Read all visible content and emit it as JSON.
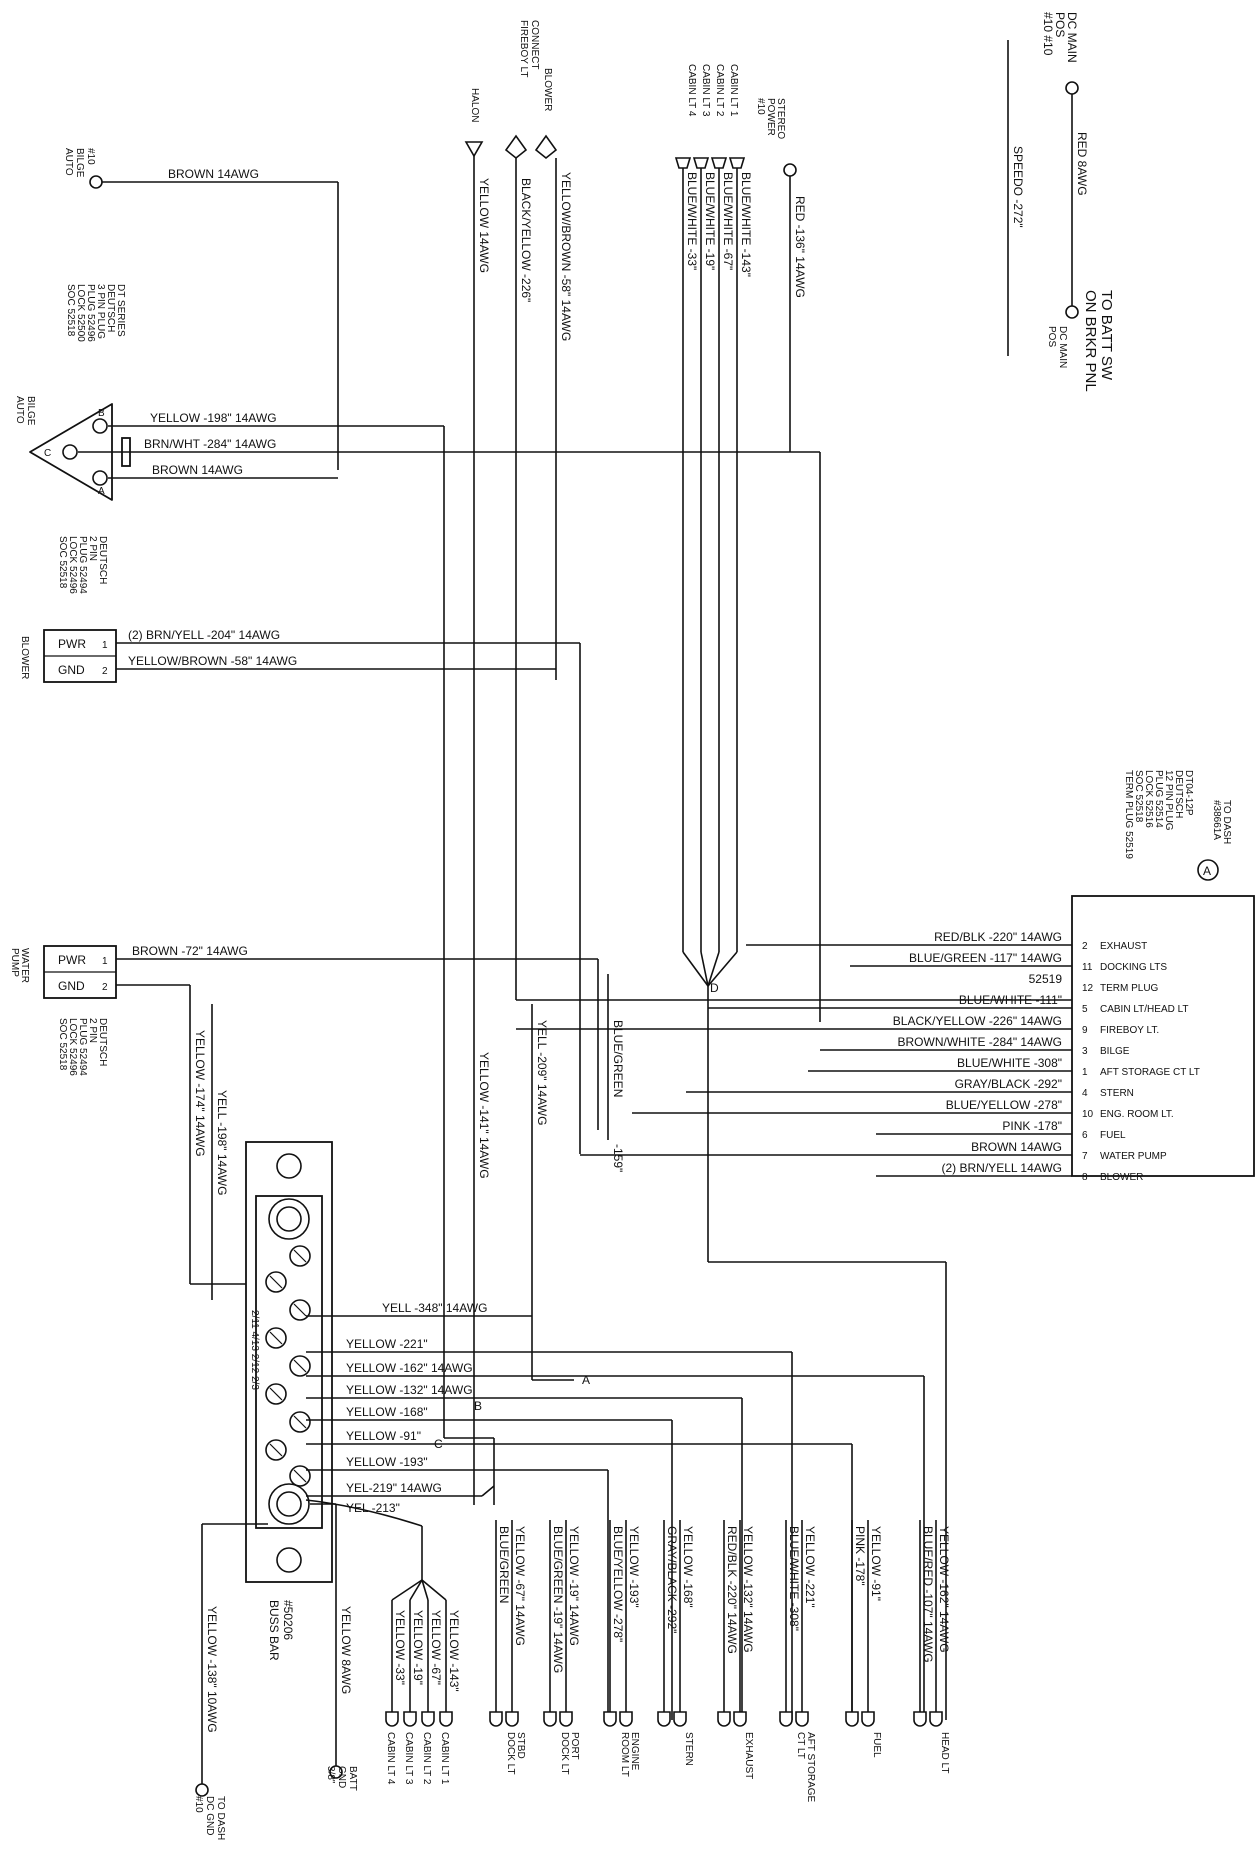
{
  "top": {
    "dc_main_pos": [
      "DC MAIN",
      "POS",
      "#10 #10"
    ],
    "red_8awg": "RED 8AWG",
    "speedo": "SPEEDO  -272\"",
    "to_batt_sw": [
      "TO BATT SW",
      "ON BRKR PNL"
    ],
    "dc_main_pos2": [
      "DC MAIN",
      "POS"
    ],
    "stereo_power": [
      "STEREO",
      "POWER",
      "#10"
    ],
    "stereo_wire": "RED -136\"  14AWG",
    "cabin_labels": [
      "CABIN LT 1",
      "CABIN LT 2",
      "CABIN LT 3",
      "CABIN LT 4"
    ],
    "cabin_wires": [
      "BLUE/WHITE  -143\"",
      "BLUE/WHITE  -67\"",
      "BLUE/WHITE  -19\"",
      "BLUE/WHITE  -33\""
    ],
    "blower": "BLOWER",
    "connect_fireboy": [
      "CONNECT",
      "FIREBOY LT"
    ],
    "halon": "HALON",
    "blower_wire": "YELLOW/BROWN  -58\"  14AWG",
    "fireboy_wire": "BLACK/YELLOW  -226\"",
    "halon_wire": "YELLOW 14AWG"
  },
  "bilge": {
    "auto_label": [
      "#10",
      "BILGE",
      "AUTO"
    ],
    "brown_wire": "BROWN 14AWG",
    "dt_series": [
      "DT SERIES",
      "DEUTSCH",
      "3 PIN PLUG",
      "PLUG 52496",
      "LOCK 52500",
      "SOC 52518"
    ],
    "bilge_auto": [
      "BILGE",
      "AUTO"
    ],
    "pins": [
      "B",
      "C",
      "A"
    ],
    "wires": [
      "YELLOW  -198\"  14AWG",
      "BRN/WHT  -284\"  14AWG",
      "BROWN 14AWG"
    ],
    "plug_info": [
      "DEUTSCH",
      "2 PIN",
      "PLUG 52494",
      "LOCK 52496",
      "SOC 52518"
    ]
  },
  "blower_conn": {
    "label": "BLOWER",
    "pins": [
      "PWR",
      "GND"
    ],
    "nums": [
      "1",
      "2"
    ],
    "wires": [
      "(2) BRN/YELL   -204\"  14AWG",
      "YELLOW/BROWN   -58\"  14AWG"
    ]
  },
  "pump_conn": {
    "label": [
      "WATER",
      "PUMP"
    ],
    "pins": [
      "PWR",
      "GND"
    ],
    "nums": [
      "1",
      "2"
    ],
    "wire": "BROWN  -72\"   14AWG",
    "plug_info": [
      "DEUTSCH",
      "2 PIN",
      "PLUG 52494",
      "LOCK 52496",
      "SOC 52518"
    ],
    "yellow_174": "YELLOW  -174\"  14AWG",
    "yell_198": "YELL  -198\"  14AWG"
  },
  "dash": {
    "title": [
      "TO DASH",
      "#38661A"
    ],
    "circle": "A",
    "info": [
      "DT04-12P",
      "DEUTSCH",
      "12 PIN PLUG",
      "PLUG 52514",
      "LOCK 52516",
      "SOC 52518",
      "TERM PLUG 52519"
    ],
    "rows": [
      {
        "wire": "RED/BLK   -220\"",
        "awg": "14AWG",
        "pin": "2",
        "name": "EXHAUST"
      },
      {
        "wire": "BLUE/GREEN   -117\"",
        "awg": "14AWG",
        "pin": "11",
        "name": "DOCKING LTS"
      },
      {
        "wire": "52519",
        "awg": "",
        "pin": "12",
        "name": "TERM PLUG"
      },
      {
        "wire": "BLUE/WHITE   -111\"",
        "awg": "",
        "pin": "5",
        "name": "CABIN LT/HEAD LT"
      },
      {
        "wire": "BLACK/YELLOW   -226\"",
        "awg": "14AWG",
        "pin": "9",
        "name": "FIREBOY LT."
      },
      {
        "wire": "BROWN/WHITE   -284\"",
        "awg": "14AWG",
        "pin": "3",
        "name": "BILGE"
      },
      {
        "wire": "BLUE/WHITE   -308\"",
        "awg": "",
        "pin": "1",
        "name": "AFT STORAGE CT LT"
      },
      {
        "wire": "GRAY/BLACK   -292\"",
        "awg": "",
        "pin": "4",
        "name": "STERN"
      },
      {
        "wire": "BLUE/YELLOW   -278\"",
        "awg": "",
        "pin": "10",
        "name": "ENG. ROOM LT."
      },
      {
        "wire": "PINK   -178\"",
        "awg": "",
        "pin": "6",
        "name": "FUEL"
      },
      {
        "wire": "BROWN 14AWG",
        "awg": "",
        "pin": "7",
        "name": "WATER PUMP"
      },
      {
        "wire": "(2)   BRN/YELL 14AWG",
        "awg": "",
        "pin": "8",
        "name": "BLOWER"
      }
    ],
    "d_mark": "D"
  },
  "mid": {
    "yellow_141": "YELLOW  -141\"  14AWG",
    "yell_209": "YELL  -209\"  14AWG",
    "blue_green": "BLUE/GREEN",
    "dim_159": "-159\""
  },
  "bus": {
    "rows": [
      "YELL  -348\"   14AWG",
      "YELLOW   -221\"",
      "YELLOW   -162\"  14AWG",
      "YELLOW   -132\"  14AWG",
      "YELLOW   -168\"",
      "YELLOW   -91\"",
      "YELLOW   -193\"",
      "YEL-219\"  14AWG",
      "YEL -213\""
    ],
    "marks": [
      "A",
      "B",
      "C"
    ],
    "buss_bar": [
      "#50206",
      "BUSS BAR"
    ],
    "strip": "2/11  4/13  2/12 2/3"
  },
  "bottom": {
    "yellow_138": "YELLOW  -138\"  10AWG",
    "yellow_8awg": "YELLOW 8AWG",
    "dc_gnd": [
      "TO DASH",
      "DC GND",
      "#10"
    ],
    "batt_gnd": [
      "BATT",
      "GND",
      "3/8\""
    ],
    "cabin_wires": [
      "YELLOW  -33\"",
      "YELLOW  -19\"",
      "YELLOW  -67\"",
      "YELLOW  -143\""
    ],
    "cabin_labels": [
      "CABIN LT 4",
      "CABIN LT 3",
      "CABIN LT 2",
      "CABIN LT 1"
    ],
    "groups": [
      {
        "wires": [
          "BLUE/GREEN",
          "YELLOW  -67\"  14AWG"
        ],
        "label": [
          "STBD",
          "DOCK LT"
        ]
      },
      {
        "wires": [
          "BLUE/GREEN  -19\"  14AWG",
          "YELLOW  -19\"  14AWG"
        ],
        "label": [
          "PORT",
          "DOCK LT"
        ]
      },
      {
        "wires": [
          "BLUE/YELLOW  -278\"",
          "YELLOW  -193\""
        ],
        "label": [
          "ENGINE",
          "ROOM LT"
        ]
      },
      {
        "wires": [
          "GRAY/BLACK  -292\"",
          "YELLOW  -168\""
        ],
        "label": [
          "STERN"
        ]
      },
      {
        "wires": [
          "RED/BLK  -220\"  14AWG",
          "YELLOW  -132\"  14AWG"
        ],
        "label": [
          "EXHAUST"
        ]
      },
      {
        "wires": [
          "BLUE/WHITE  -308\"",
          "YELLOW  -221\""
        ],
        "label": [
          "AFT STORAGE",
          "CT LT"
        ]
      },
      {
        "wires": [
          "PINK  -178\"",
          "YELLOW  -91\""
        ],
        "label": [
          "FUEL"
        ]
      },
      {
        "wires": [
          "BLUE/RED  -107\"  14AWG",
          "YELLOW  -162\"  14AWG"
        ],
        "label": [
          "HEAD LT"
        ]
      }
    ]
  }
}
